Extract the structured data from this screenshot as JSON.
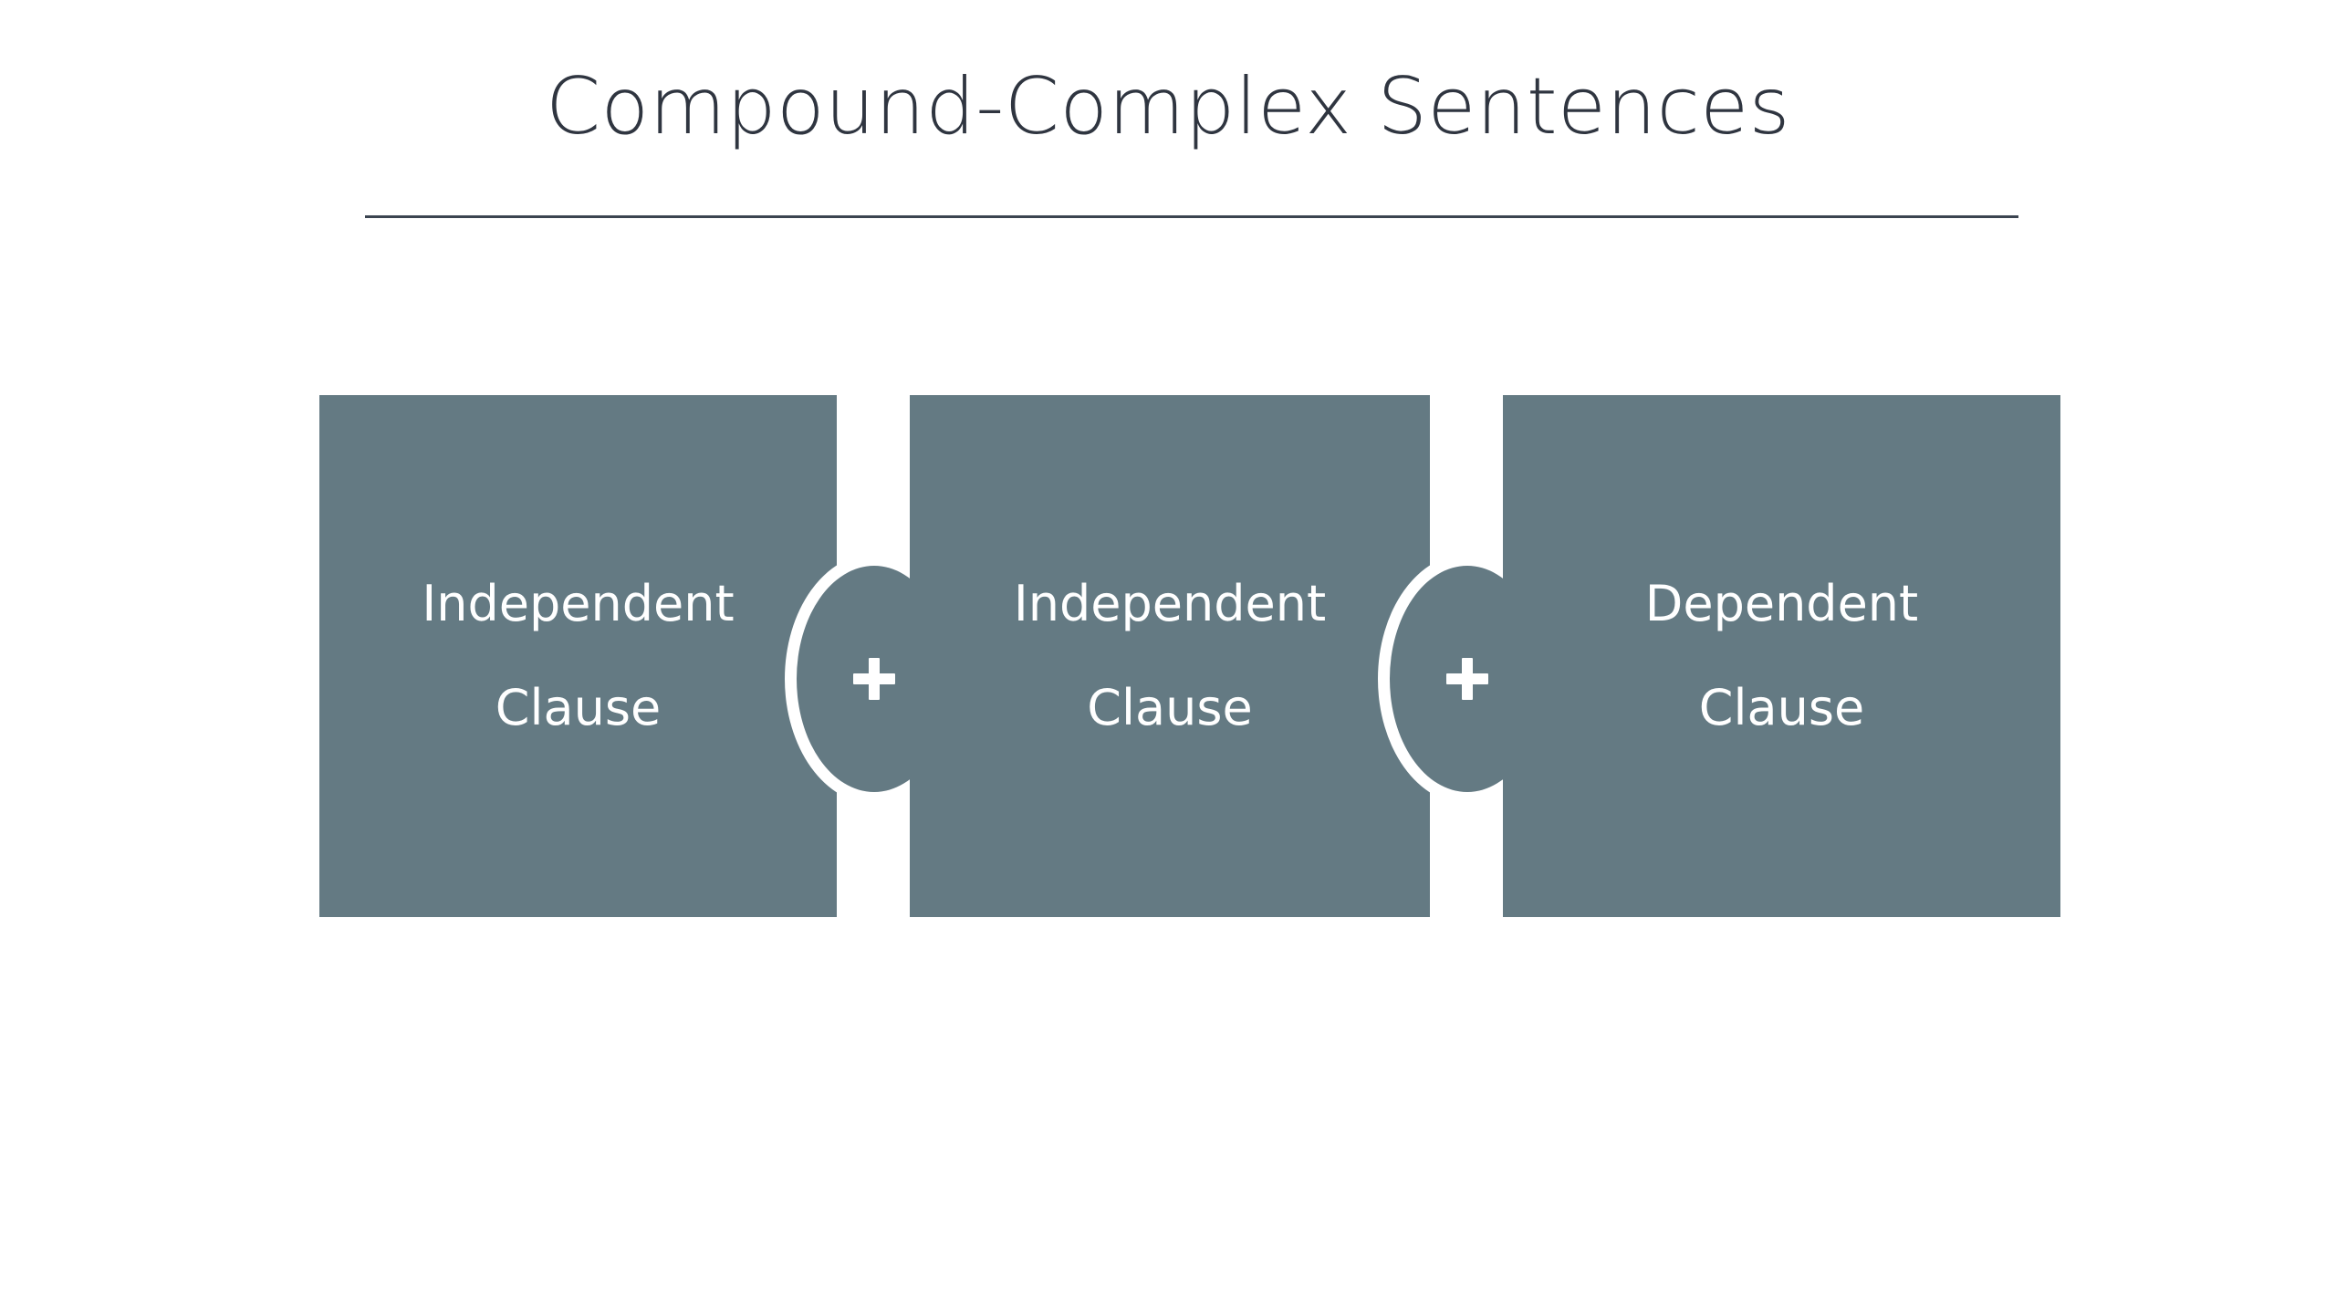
{
  "slide": {
    "title": "Compound-Complex Sentences",
    "background_color": "#ffffff",
    "title_color": "#2f3540",
    "rule_color": "#3b4450"
  },
  "diagram": {
    "type": "formula-sequence",
    "box_fill_color": "#647a83",
    "box_text_color": "#ffffff",
    "connector_stroke_color": "#ffffff",
    "boxes": [
      {
        "line1": "Independent",
        "line2": "Clause"
      },
      {
        "line1": "Independent",
        "line2": "Clause"
      },
      {
        "line1": "Dependent",
        "line2": "Clause"
      }
    ],
    "connectors": [
      {
        "symbol": "+",
        "icon": "plus-icon"
      },
      {
        "symbol": "+",
        "icon": "plus-icon"
      }
    ]
  }
}
